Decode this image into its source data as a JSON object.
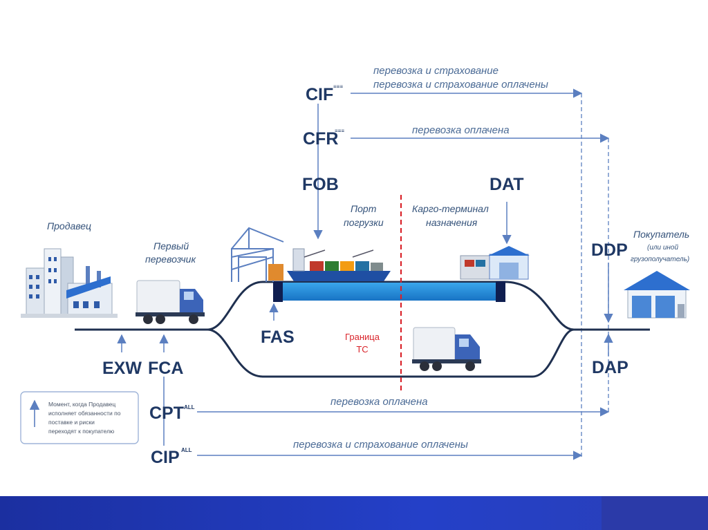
{
  "terms": {
    "cif": "CIF",
    "cif_sup": "≡≡≡",
    "cfr": "CFR",
    "cfr_sup": "≡≡≡",
    "fob": "FOB",
    "dat": "DAT",
    "fas": "FAS",
    "exw": "EXW",
    "fca": "FCA",
    "cpt": "CPT",
    "cpt_sup": "ALL",
    "cip": "CIP",
    "cip_sup": "ALL",
    "ddp": "DDP",
    "dap": "DAP"
  },
  "routes": {
    "cif_line1": "перевозка и страхование",
    "cif_line2": "перевозка и страхование оплачены",
    "cfr": "перевозка оплачена",
    "cpt": "перевозка оплачена",
    "cip": "перевозка и страхование оплачены"
  },
  "places": {
    "seller": "Продавец",
    "first_carrier_1": "Первый",
    "first_carrier_2": "перевозчик",
    "port_1": "Порт",
    "port_2": "погрузки",
    "terminal_1": "Карго-терминал",
    "terminal_2": "назначения",
    "buyer": "Покупатель",
    "buyer_sub1": "(или иной",
    "buyer_sub2": "грузополучатель)"
  },
  "border": {
    "line1": "Граница",
    "line2": "ТС"
  },
  "legend": {
    "line1": "Момент, когда Продавец",
    "line2": "исполняет обязанности по",
    "line3": "поставке и риски",
    "line4": "переходят к покупателю"
  },
  "colors": {
    "accent": "#5b7fc0",
    "navy": "#1f3864",
    "border_red": "#d9232a",
    "road": "#1f3050",
    "water": "#1e88d8"
  }
}
